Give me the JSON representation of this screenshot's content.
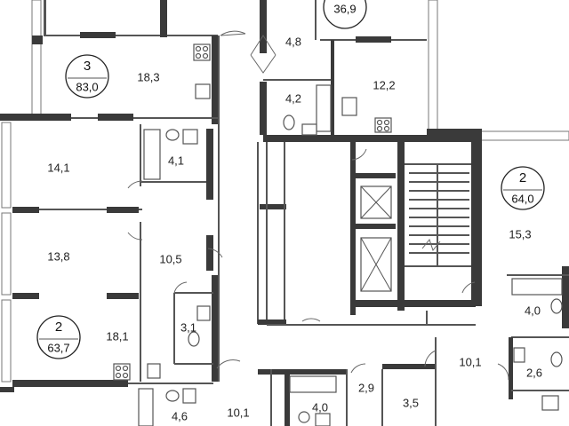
{
  "apartments": [
    {
      "rooms": "3",
      "area": "83,0"
    },
    {
      "rooms": "2",
      "area": "64,0"
    },
    {
      "rooms": "2",
      "area": "63,7"
    }
  ],
  "rooms": [
    {
      "id": "r-top-a",
      "label": "18,3"
    },
    {
      "id": "r-top-b",
      "label": "4,8"
    },
    {
      "id": "r-top-c",
      "label": "4,2"
    },
    {
      "id": "r-top-d",
      "label": "12,2"
    },
    {
      "id": "r-top-e",
      "label": "36,9"
    },
    {
      "id": "r-left-1",
      "label": "14,1"
    },
    {
      "id": "r-left-2",
      "label": "4,1"
    },
    {
      "id": "r-left-3",
      "label": "13,8"
    },
    {
      "id": "r-left-4",
      "label": "10,5"
    },
    {
      "id": "r-left-5",
      "label": "3,1"
    },
    {
      "id": "r-left-6",
      "label": "18,1"
    },
    {
      "id": "r-left-7",
      "label": "4,6"
    },
    {
      "id": "r-bot-1",
      "label": "10,1"
    },
    {
      "id": "r-bot-2",
      "label": "4,0"
    },
    {
      "id": "r-bot-3",
      "label": "2,9"
    },
    {
      "id": "r-bot-4",
      "label": "3,5"
    },
    {
      "id": "r-right-1",
      "label": "15,3"
    },
    {
      "id": "r-right-2",
      "label": "4,0"
    },
    {
      "id": "r-right-3",
      "label": "10,1"
    },
    {
      "id": "r-right-4",
      "label": "2,6"
    }
  ]
}
